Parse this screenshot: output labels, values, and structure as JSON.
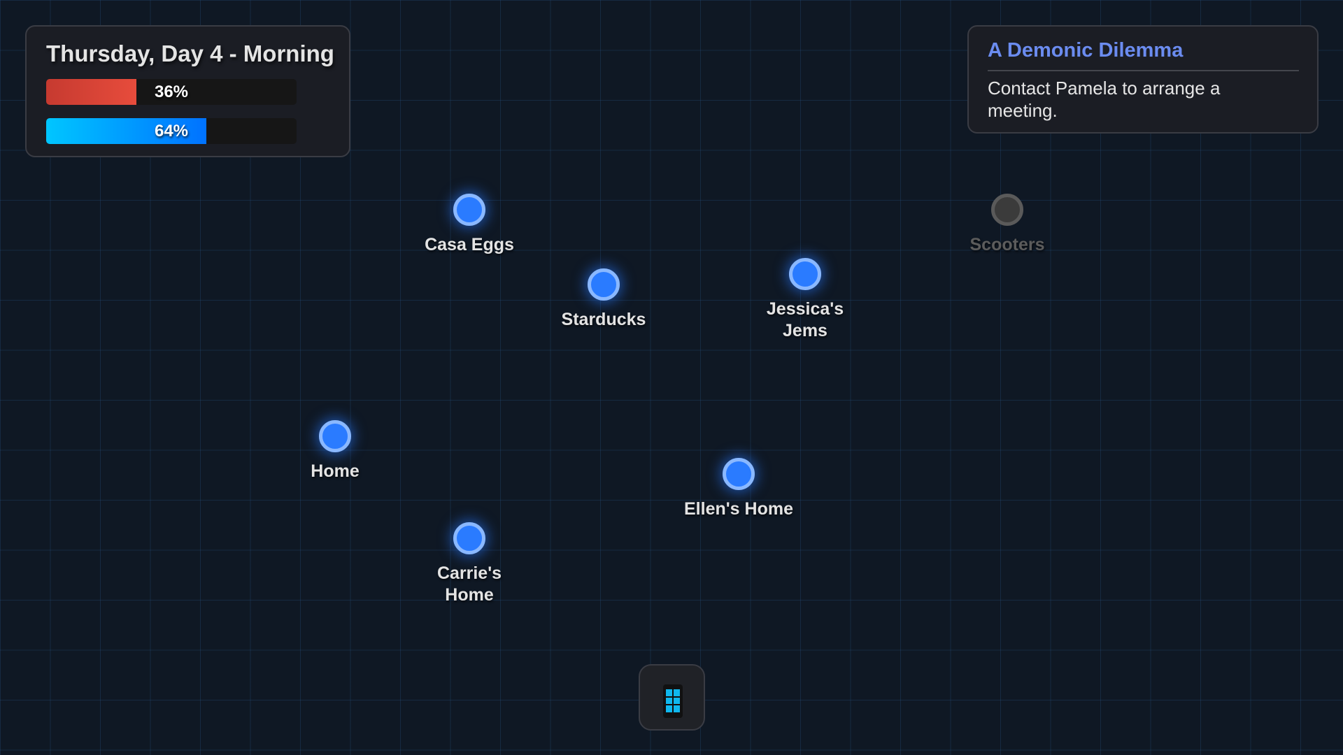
{
  "status": {
    "title": "Thursday, Day 4 - Morning",
    "bars": [
      {
        "label": "36%",
        "value": 36,
        "color": "#e74c3c"
      },
      {
        "label": "64%",
        "value": 64,
        "color": "#0072ff"
      }
    ]
  },
  "quest": {
    "title": "A Demonic Dilemma",
    "description": "Contact Pamela to arrange a meeting."
  },
  "locations": [
    {
      "name": "Casa Eggs",
      "available": true
    },
    {
      "name": "Starducks",
      "available": true
    },
    {
      "name": "Jessica's Jems",
      "available": true
    },
    {
      "name": "Scooters",
      "available": false
    },
    {
      "name": "Home",
      "available": true
    },
    {
      "name": "Ellen's Home",
      "available": true
    },
    {
      "name": "Carrie's Home",
      "available": true
    }
  ],
  "phone": {
    "icon": "mobile-phone-icon"
  }
}
